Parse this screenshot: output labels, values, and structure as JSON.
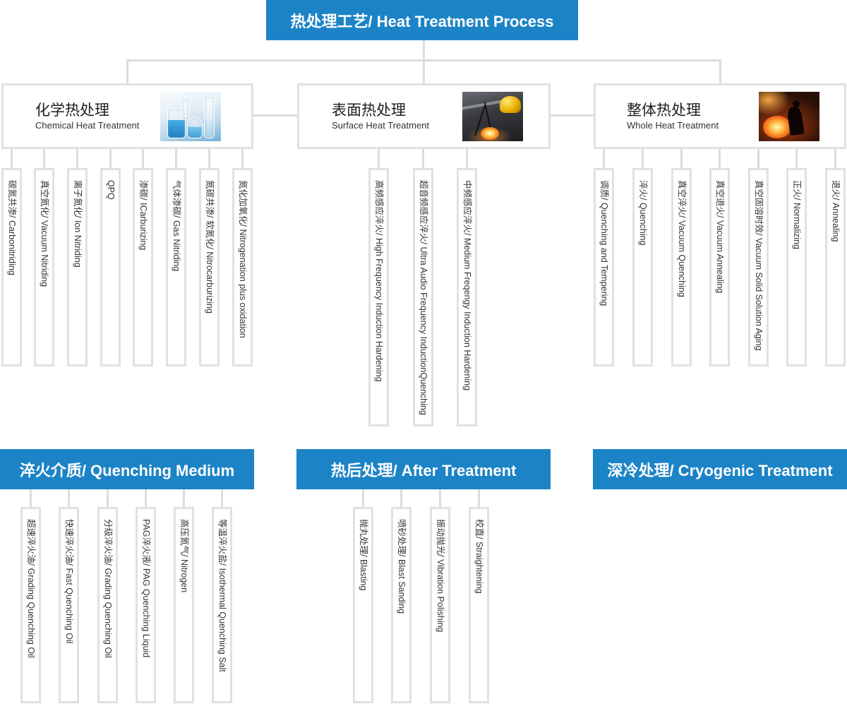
{
  "colors": {
    "header_blue": "#1c84c6",
    "header_text": "#ffffff",
    "border_gray": "#e1e1e1",
    "connector_gray": "#dcdcdc"
  },
  "title": "热处理工艺/ Heat Treatment Process",
  "categories": {
    "chemical": {
      "title": "化学热处理",
      "subtitle": "Chemical Heat Treatment",
      "items": [
        "碳氮共渗/ Carbonitriding",
        "真空氮化/ Vacuum Nitriding",
        "离子氮化/ Ion Nitriding",
        "QPQ",
        "渗碳/ ICarburizing",
        "气体渗碳/ Gas Nitriding",
        "氮碳共渗/ 软氮化/ Nitrocarburizing",
        "氮化加氧化/ Nitrogenation plus oxidation"
      ]
    },
    "surface": {
      "title": "表面热处理",
      "subtitle": "Surface Heat Treatment",
      "items": [
        "高频感应淬火/ High Frequency Induction Hardening",
        "超音频感应淬火/ Ultra Audio Frequency InductionQuenching",
        "中频感应淬火/ Medium Freqengy Induction Hardening"
      ]
    },
    "whole": {
      "title": "整体热处理",
      "subtitle": "Whole Heat Treatment",
      "items": [
        "调质/ Quenching and Tempering",
        "淬火/ Quenching",
        "真空淬火/ Vacuum Quenching",
        "真空退火/ Vacuum Annealing",
        "真空固溶时效/ Vacuum Solid Solution Aging",
        "正火/ Normalizing",
        "退火/ Annealing"
      ]
    }
  },
  "sections": {
    "quenching_medium": {
      "title": "淬火介质/ Quenching Medium",
      "items": [
        "超速淬火油/ Grading Quenching Oil",
        "快速淬火油/ Fast Quenching Oil",
        "分级淬火油/ Grading Quenching Oil",
        "PAG淬火液/ PAG Quenching Liquid",
        "高压氮气/ Nitrogen",
        "等温淬火盐/ Isothermal Quenching Salt"
      ]
    },
    "after_treatment": {
      "title": "热后处理/ After Treatment",
      "items": [
        "抛丸处理/ Blasting",
        "喷砂处理/ Blast Sanding",
        "振动抛光/ Vibration Polishing",
        "校直/ Straightening"
      ]
    },
    "cryogenic": {
      "title": "深冷处理/ Cryogenic Treatment"
    }
  }
}
